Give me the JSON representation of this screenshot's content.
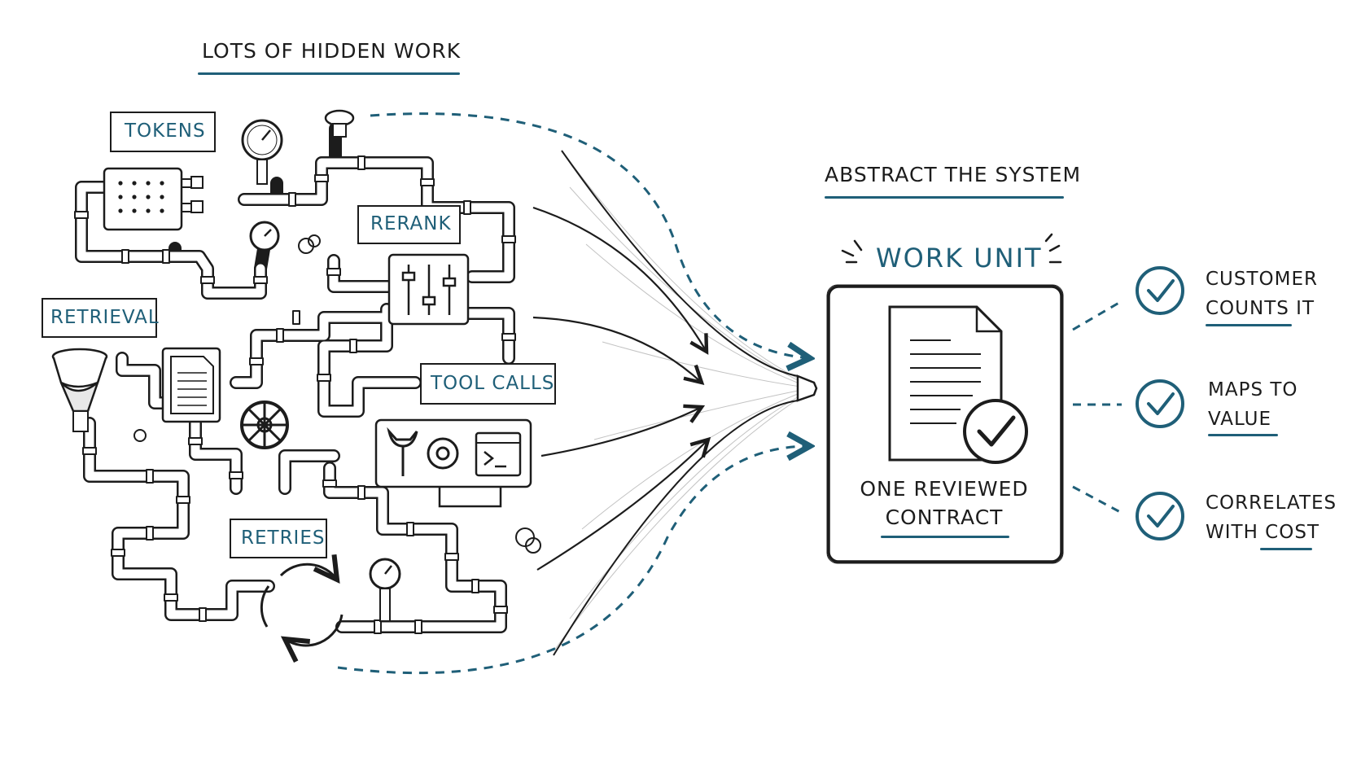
{
  "left_heading": "LOTS OF HIDDEN WORK",
  "right_heading": "ABSTRACT THE SYSTEM",
  "work_unit_title": "WORK UNIT",
  "card_caption": {
    "line1": "ONE REVIEWED",
    "line2": "CONTRACT"
  },
  "pipe_labels": {
    "tokens": "TOKENS",
    "rerank": "RERANK",
    "retrieval": "RETRIEVAL",
    "tool_calls": "TOOL CALLS",
    "retries": "RETRIES"
  },
  "benefits": [
    {
      "line1": "CUSTOMER",
      "line2": "COUNTS IT"
    },
    {
      "line1": "MAPS TO",
      "line2": "VALUE"
    },
    {
      "line1": "CORRELATES",
      "line2": "WITH COST"
    }
  ],
  "colors": {
    "accent": "#1f5f78",
    "ink": "#1c1c1c",
    "background": "#ffffff"
  },
  "icons": [
    "gauge-icon",
    "valve-wheel-icon",
    "sliders-icon",
    "wrench-icon",
    "gear-icon",
    "terminal-icon",
    "funnel-icon",
    "document-icon",
    "refresh-cycle-icon",
    "check-circle-icon",
    "control-panel-icon"
  ]
}
